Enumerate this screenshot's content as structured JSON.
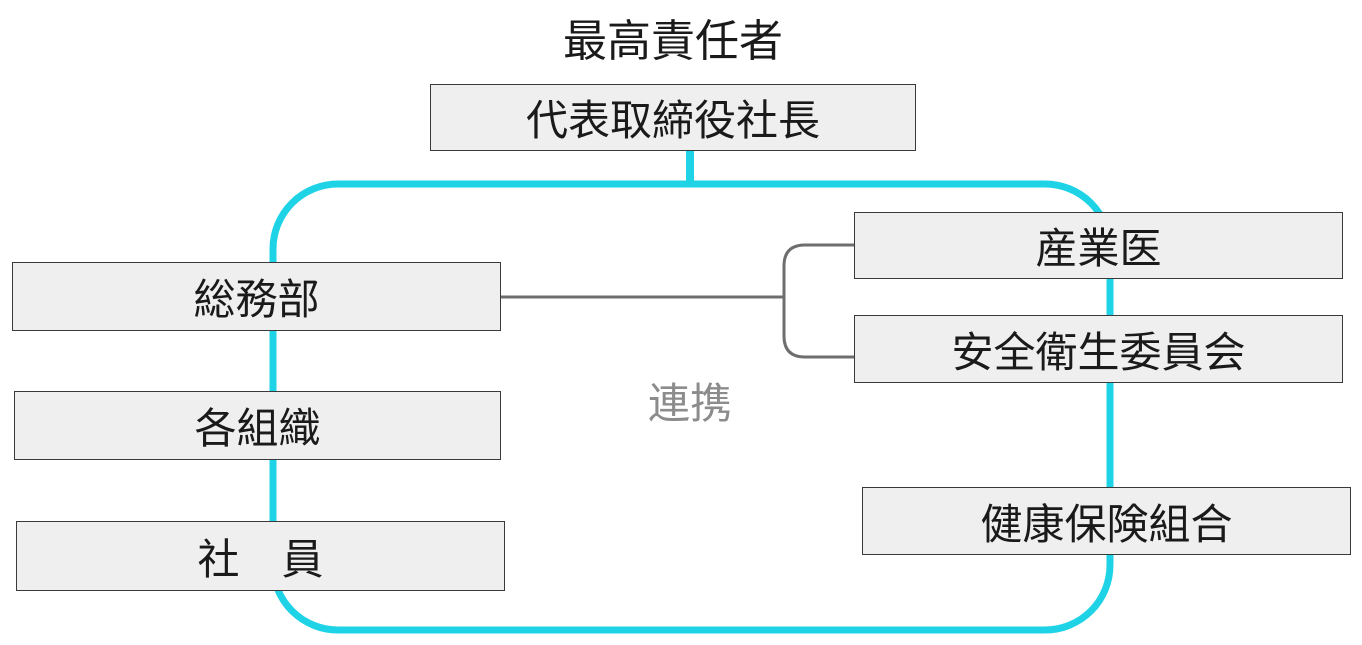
{
  "diagram": {
    "top_label": "最高責任者",
    "link_label": "連携",
    "boxes": {
      "ceo": "代表取締役社長",
      "general_affairs": "総務部",
      "each_org": "各組織",
      "employees": "社　員",
      "industrial_physician": "産業医",
      "safety_committee": "安全衛生委員会",
      "health_insurance": "健康保険組合"
    },
    "colors": {
      "loop": "#1fd3e6",
      "connector": "#6e6e6e",
      "box_fill": "#efefef",
      "box_border": "#3a3a3a",
      "link_label": "#8c8c8c"
    }
  }
}
